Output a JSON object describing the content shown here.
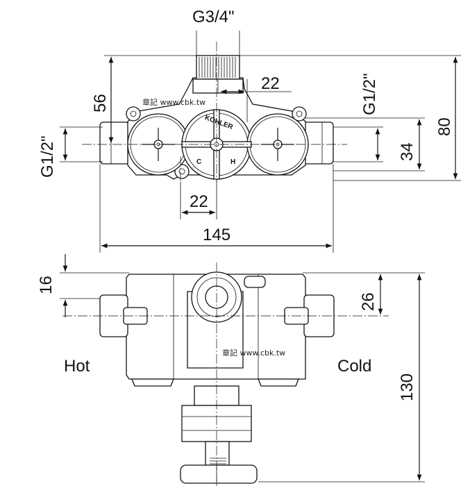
{
  "dimensions": {
    "top_thread": "G3/4\"",
    "left_thread": "G1/2\"",
    "right_thread": "G1/2\"",
    "height_56": "56",
    "height_80": "80",
    "height_34": "34",
    "offset_22_top": "22",
    "offset_22_bottom": "22",
    "width_145": "145",
    "depth_16": "16",
    "depth_26": "26",
    "depth_130": "130"
  },
  "labels": {
    "hot": "Hot",
    "cold": "Cold",
    "valve_c": "C",
    "valve_h": "H",
    "brand_mark": "KOHLER"
  },
  "watermarks": {
    "top": "章記 www.cbk.tw",
    "bottom": "章記 www.cbk.tw"
  }
}
